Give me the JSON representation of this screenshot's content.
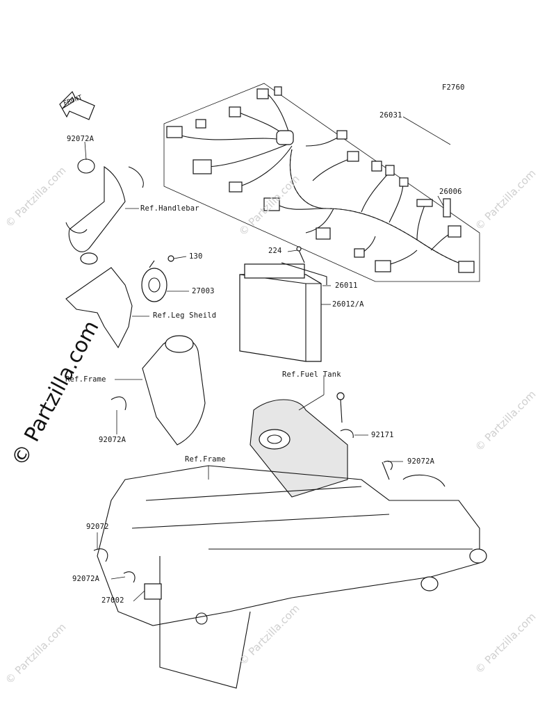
{
  "figure_code": "F2760",
  "front_label": "FRONT",
  "watermark": {
    "small_text": "© Partzilla.com",
    "large_text": "© Partzilla.com"
  },
  "callouts": [
    {
      "id": "92072A_top",
      "text": "92072A"
    },
    {
      "id": "ref_handlebar",
      "text": "Ref.Handlebar"
    },
    {
      "id": "p130",
      "text": "130"
    },
    {
      "id": "p27003",
      "text": "27003"
    },
    {
      "id": "ref_leg_sheild",
      "text": "Ref.Leg Sheild"
    },
    {
      "id": "ref_frame_left",
      "text": "Ref.Frame"
    },
    {
      "id": "92072A_mid",
      "text": "92072A"
    },
    {
      "id": "p26031",
      "text": "26031"
    },
    {
      "id": "p26006",
      "text": "26006"
    },
    {
      "id": "p224",
      "text": "224"
    },
    {
      "id": "p26011",
      "text": "26011"
    },
    {
      "id": "p26012A",
      "text": "26012/A"
    },
    {
      "id": "ref_fuel_tank",
      "text": "Ref.Fuel Tank"
    },
    {
      "id": "p92171",
      "text": "92171"
    },
    {
      "id": "92072A_right",
      "text": "92072A"
    },
    {
      "id": "ref_frame_center",
      "text": "Ref.Frame"
    },
    {
      "id": "p92072",
      "text": "92072"
    },
    {
      "id": "92072A_low",
      "text": "92072A"
    },
    {
      "id": "p27002",
      "text": "27002"
    }
  ]
}
